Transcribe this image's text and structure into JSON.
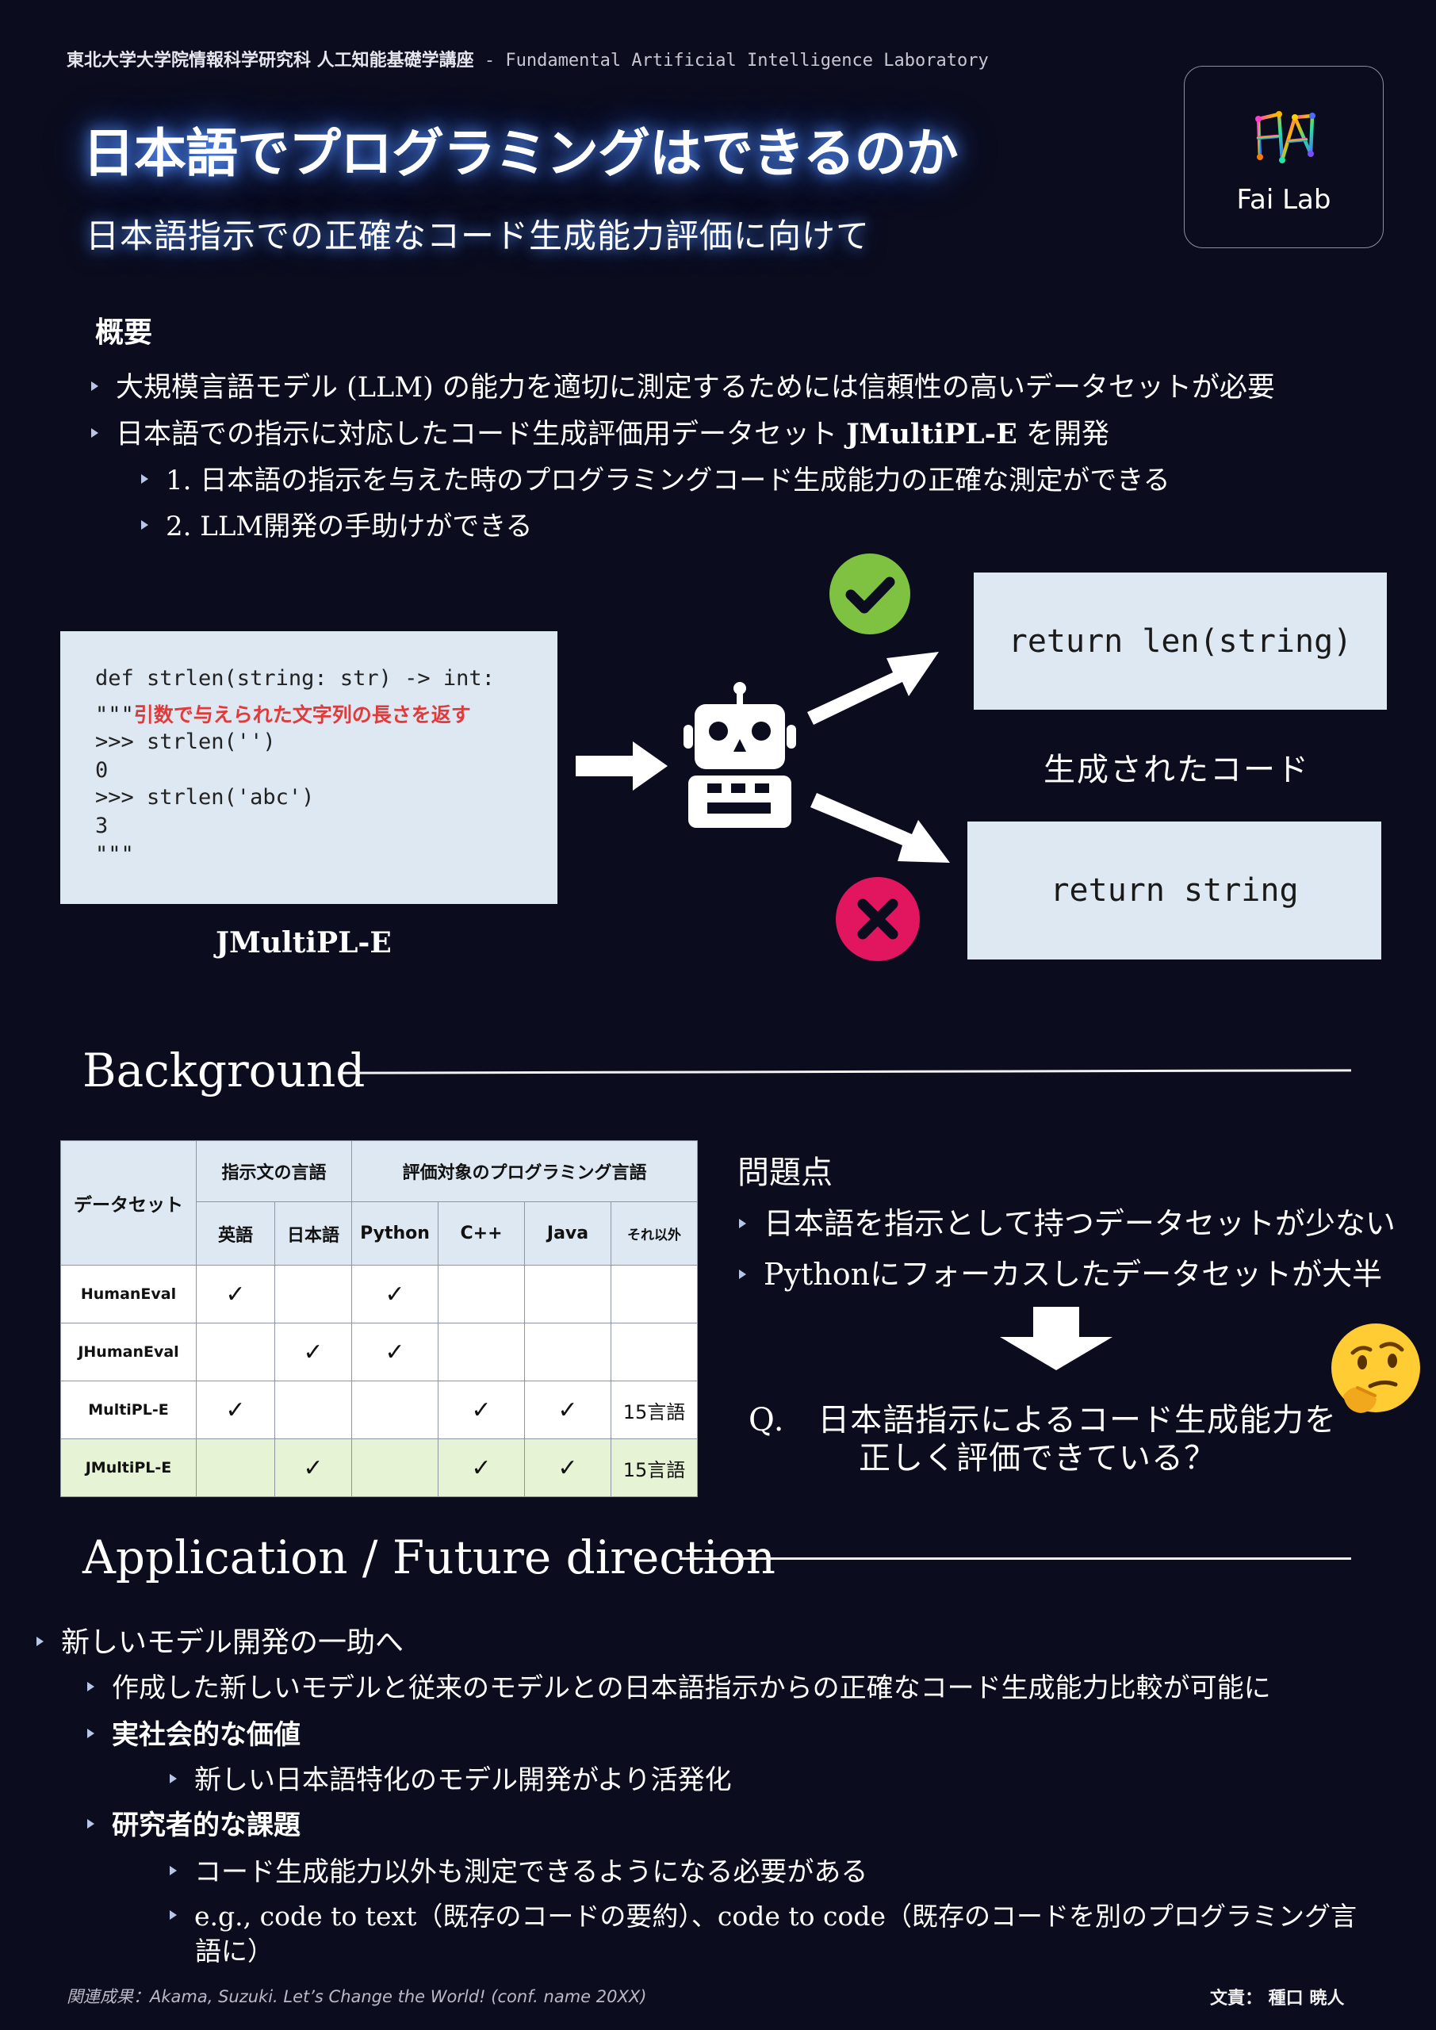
{
  "header": {
    "affiliation_jp": "東北大学大学院情報科学研究科 人工知能基礎学講座",
    "affiliation_en": " - Fundamental Artificial Intelligence Laboratory",
    "title": "日本語でプログラミングはできるのか",
    "subtitle": "日本語指示での正確なコード生成能力評価に向けて",
    "logo_text": "Fai Lab"
  },
  "overview": {
    "heading": "概要",
    "items": [
      "大規模言語モデル (LLM) の能力を適切に測定するためには信頼性の高いデータセットが必要",
      "日本語での指示に対応したコード生成評価用データセット",
      "JMultiPL-E",
      "を開発",
      "1. 日本語の指示を与えた時のプログラミングコード生成能力の正確な測定ができる",
      "2. LLM開発の手助けができる"
    ]
  },
  "example": {
    "code_lines": [
      "def strlen(string: str) -> int:",
      "\"\"\"",
      "引数で与えられた文字列の長さを返す",
      ">>> strlen('')",
      "0",
      ">>> strlen('abc')",
      "3",
      "\"\"\""
    ],
    "dataset_caption": "JMultiPL-E",
    "output_correct": "return len(string)",
    "output_wrong": "return string",
    "generated_label": "生成されたコード"
  },
  "background": {
    "title": "Background",
    "table": {
      "header_dataset": "データセット",
      "header_instr": "指示文の言語",
      "header_prog": "評価対象のプログラミング言語",
      "cols": [
        "英語",
        "日本語",
        "Python",
        "C++",
        "Java",
        "それ以外"
      ],
      "rows": [
        {
          "name": "HumanEval",
          "cells": [
            "✓",
            "",
            "✓",
            "",
            "",
            ""
          ]
        },
        {
          "name": "JHumanEval",
          "cells": [
            "",
            "✓",
            "✓",
            "",
            "",
            ""
          ]
        },
        {
          "name": "MultiPL-E",
          "cells": [
            "✓",
            "",
            "",
            "✓",
            "✓",
            "15言語"
          ]
        },
        {
          "name": "JMultiPL-E",
          "cells": [
            "",
            "✓",
            "",
            "✓",
            "✓",
            "15言語"
          ]
        }
      ]
    },
    "problems_title": "問題点",
    "problems": [
      "日本語を指示として持つデータセットが少ない",
      "Pythonにフォーカスしたデータセットが大半"
    ],
    "question_prefix": "Q.",
    "question_line1": "日本語指示によるコード生成能力を",
    "question_line2": "正しく評価できている？",
    "emoji": "🤔"
  },
  "application": {
    "title": "Application / Future direction",
    "l1": "新しいモデル開発の一助へ",
    "l2a": "作成した新しいモデルと従来のモデルとの日本語指示からの正確なコード生成能力比較が可能に",
    "l2b": "実社会的な価値",
    "l3a": "新しい日本語特化のモデル開発がより活発化",
    "l2c": "研究者的な課題",
    "l3b": "コード生成能力以外も測定できるようになる必要がある",
    "l3c_1": "e.g., code to text（既存のコードの要約）、code to code（既存のコードを別のプログラミング言",
    "l3c_2": "語に）"
  },
  "footer": {
    "related": "関連成果：Akama, Suzuki. Let’s Change the World! (conf. name 20XX)",
    "author": "文責： 種口 暁人"
  }
}
